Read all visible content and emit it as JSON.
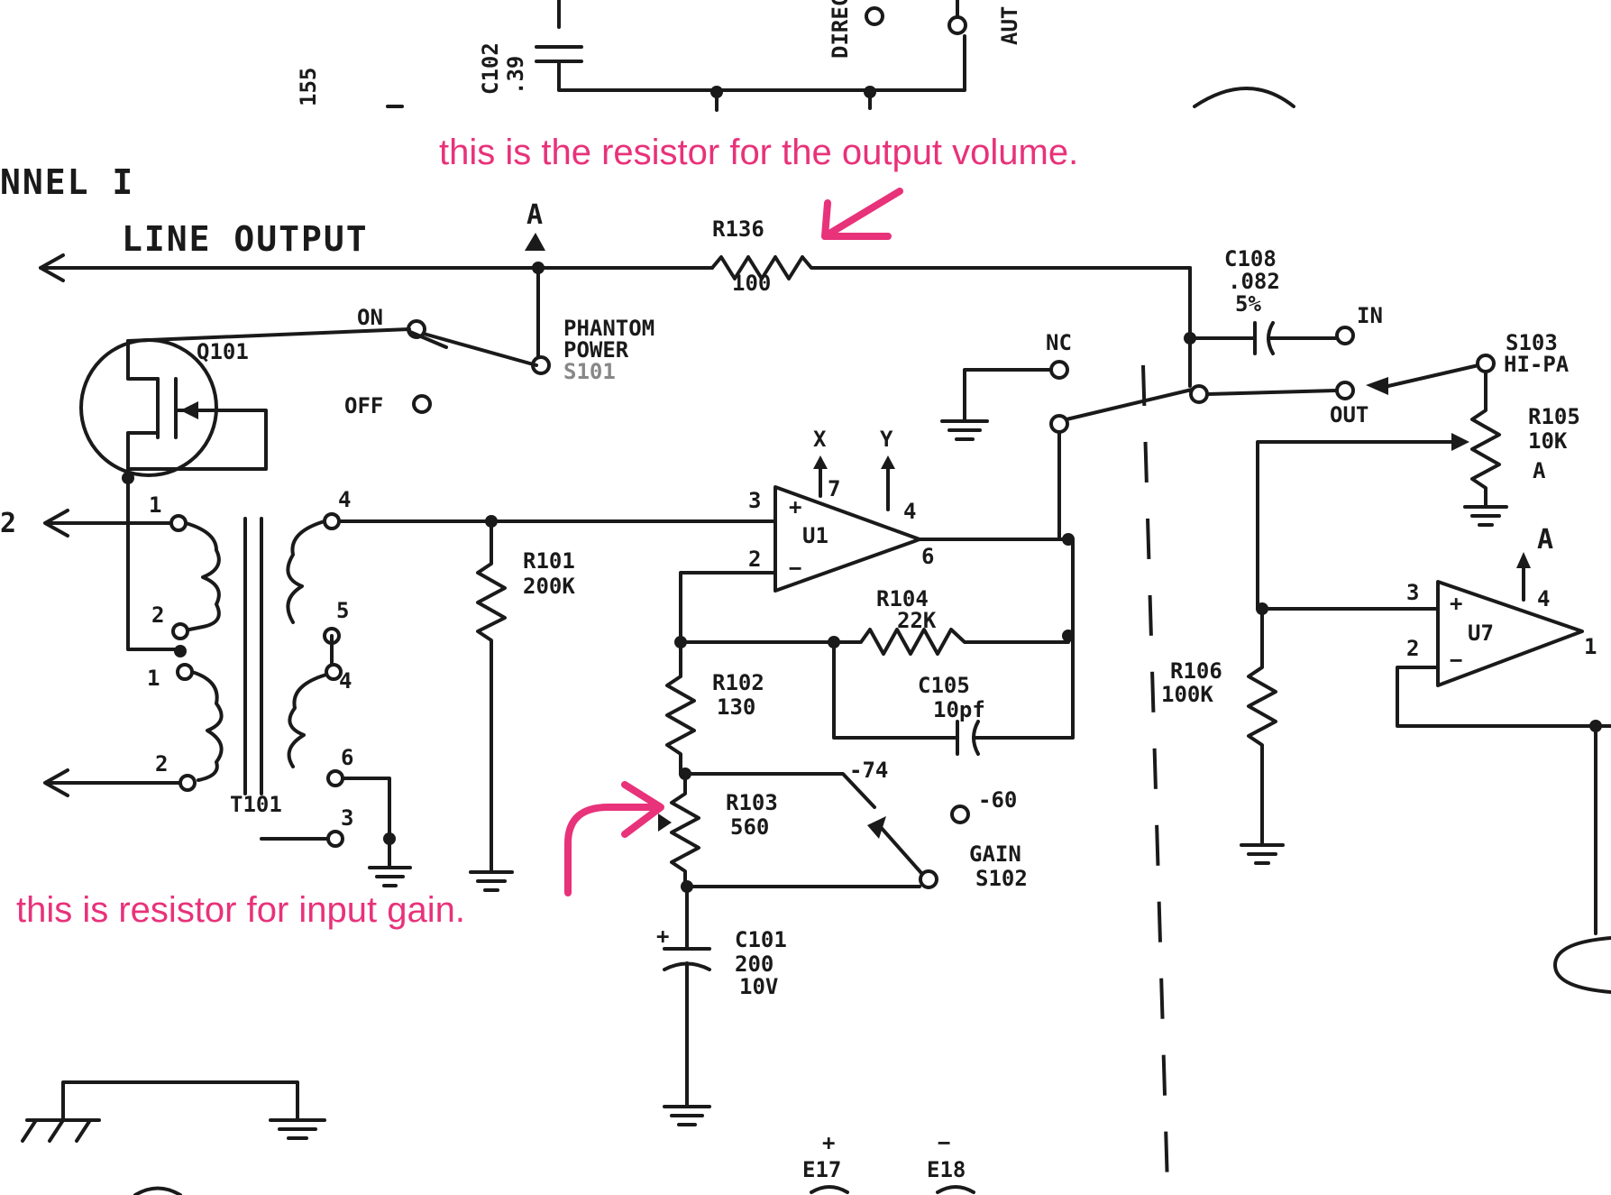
{
  "annotations": {
    "output_note": "this is the resistor for the output volume.",
    "input_note": "this is resistor for input gain.",
    "color": "#e8327a"
  },
  "header": {
    "channel": "NNEL   I",
    "line_output": "LINE OUTPUT",
    "c102_name": "C102",
    "c102_value": ".39",
    "top_direct": "DIREC",
    "top_auto": "AUT",
    "top_num": "155"
  },
  "nodes": {
    "a_top": "A",
    "a_right": "A",
    "x": "X",
    "y": "Y"
  },
  "phantom": {
    "on": "ON",
    "off": "OFF",
    "label1": "PHANTOM",
    "label2": "POWER",
    "label3": "S101"
  },
  "transistor": {
    "name": "Q101"
  },
  "transformer": {
    "name": "T101",
    "pins": [
      "1",
      "2",
      "1",
      "2",
      "4",
      "5",
      "4",
      "6",
      "3"
    ]
  },
  "components": {
    "r136": {
      "name": "R136",
      "value": "100"
    },
    "r101": {
      "name": "R101",
      "value": "200K"
    },
    "r102": {
      "name": "R102",
      "value": "130"
    },
    "r103": {
      "name": "R103",
      "value": "560"
    },
    "r104": {
      "name": "R104",
      "value": "22K"
    },
    "r105": {
      "name": "R105",
      "value": "10K",
      "extra": "A"
    },
    "r106": {
      "name": "R106",
      "value": "100K"
    },
    "c105": {
      "name": "C105",
      "value": "10pf"
    },
    "c101": {
      "name": "C101",
      "value": "200",
      "rating": "10V"
    },
    "c108": {
      "name": "C108",
      "value": ".082",
      "tol": "5%"
    }
  },
  "u1": {
    "name": "U1",
    "pins": [
      "3",
      "2",
      "7",
      "4",
      "6"
    ]
  },
  "u7": {
    "name": "U7",
    "pins": [
      "3",
      "2",
      "4",
      "1"
    ]
  },
  "switches": {
    "nc": "NC",
    "in": "IN",
    "out": "OUT",
    "s103_name": "S103",
    "s103_label": "HI-PA",
    "gain_m74": "-74",
    "gain_m60": "-60",
    "gain_label": "GAIN",
    "gain_sw": "S102"
  },
  "terminals": {
    "e17": "E17",
    "e18": "E18"
  },
  "misc": {
    "left_2": "2"
  }
}
